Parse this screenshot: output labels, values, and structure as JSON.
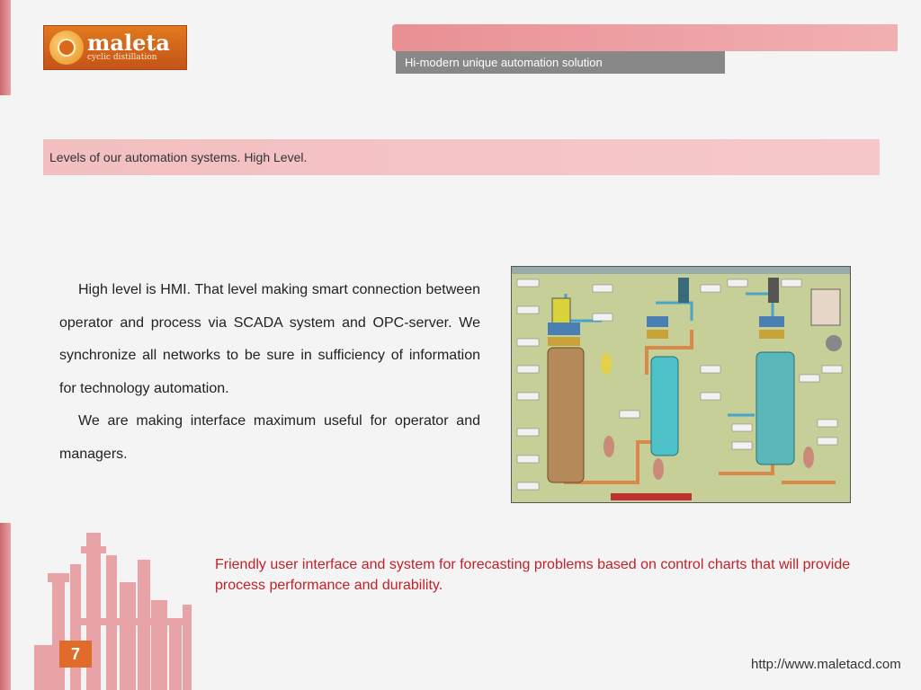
{
  "logo": {
    "name": "maleta",
    "tagline": "cyclic distillation"
  },
  "header": {
    "tagline": "Hi-modern unique automation solution"
  },
  "section": {
    "title": "Levels of our automation systems. High Level."
  },
  "body": {
    "paragraph1": "High level is HMI. That level making smart connection between operator and process via SCADA system and OPC-server. We synchronize all networks to be sure in sufficiency of information for technology automation.",
    "paragraph2": "We are making interface maximum useful for operator and managers."
  },
  "footer": {
    "note": "Friendly user interface and system for forecasting problems based on control charts that will provide process performance and durability.",
    "page_number": "7",
    "url": "http://www.maletacd.com"
  },
  "colors": {
    "accent_pink": "#f3bfc1",
    "accent_red": "#c0222a",
    "badge_orange": "#e06b2a"
  }
}
